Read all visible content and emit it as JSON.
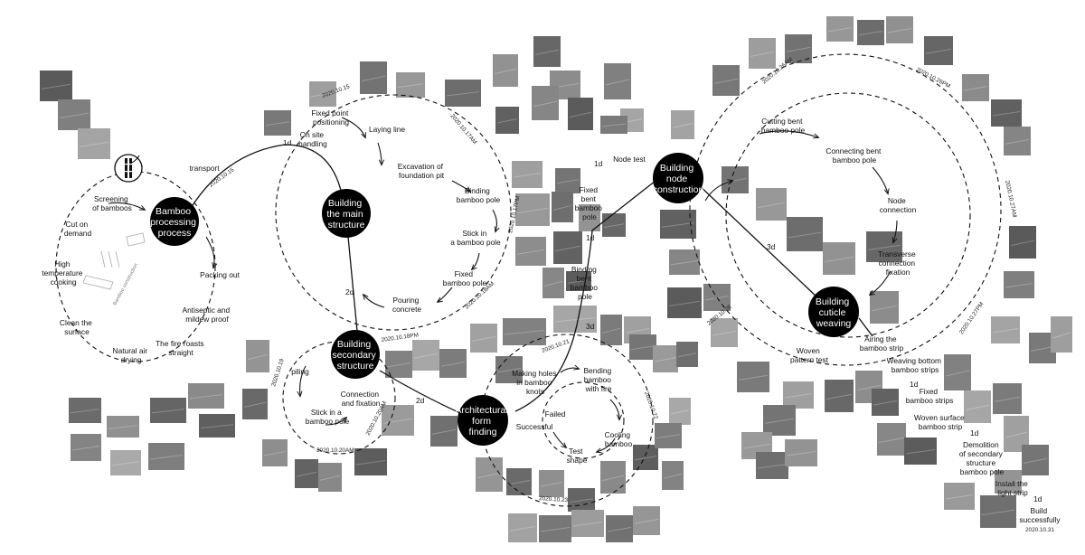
{
  "hubs": {
    "processing": [
      "Bamboo",
      "processing",
      "process"
    ],
    "main": [
      "Building",
      "the main",
      "structure"
    ],
    "secondary": [
      "Building",
      "secondary",
      "structure"
    ],
    "form": [
      "Architectural",
      "form",
      "finding"
    ],
    "node": [
      "Building",
      "node",
      "construction"
    ],
    "cuticle": [
      "Building",
      "cuticle",
      "weaving"
    ]
  },
  "process_labels": {
    "screening": [
      "Screening",
      "of bamboos"
    ],
    "cut": [
      "Cut on",
      "demand"
    ],
    "high_temp": [
      "High",
      "temperature",
      "cooking"
    ],
    "clean": [
      "Clean the",
      "surface"
    ],
    "natural_air": [
      "Natural air",
      "drying"
    ],
    "fire_roasts": [
      "The fire roasts",
      "straight"
    ],
    "antiseptic": [
      "Antiseptic and",
      "mildew proof"
    ],
    "packing": [
      "Packing out"
    ],
    "transport": [
      "transport"
    ],
    "bamboo_construction": "Bamboo construction"
  },
  "main_labels": {
    "on_site": [
      "On site",
      "handling"
    ],
    "fixed_point": [
      "Fixed point",
      "positioning"
    ],
    "laying_line": [
      "Laying line"
    ],
    "excavation": [
      "Excavation of",
      "foundation pit"
    ],
    "binding_pole": [
      "Binding",
      "bamboo pole"
    ],
    "stick_pole": [
      "Stick in",
      "a bamboo pole"
    ],
    "fixed_pole": [
      "Fixed",
      "bamboo pole"
    ],
    "pouring": [
      "Pouring",
      "concrete"
    ]
  },
  "secondary_labels": {
    "piling": [
      "piling"
    ],
    "stick_pole": [
      "Stick in a",
      "bamboo pole"
    ],
    "connection": [
      "Connection",
      "and fixation"
    ]
  },
  "form_labels": {
    "making_holes": [
      "Making holes",
      "in bamboo",
      "knots"
    ],
    "bending": [
      "Bending",
      "bamboo",
      "with fire"
    ],
    "cooling": [
      "Cooling",
      "bamboo"
    ],
    "test_shape": [
      "Test",
      "shape"
    ],
    "failed": [
      "Failed"
    ],
    "successful": [
      "Successful"
    ],
    "binding_bent": [
      "Binding",
      "bent",
      "bamboo",
      "pole"
    ],
    "fixed_bent": [
      "Fixed",
      "bent",
      "bamboo",
      "pole"
    ],
    "node_test": [
      "Node test"
    ]
  },
  "node_labels": {
    "cutting": [
      "Cutting bent",
      "bamboo pole"
    ],
    "connecting": [
      "Connecting bent",
      "bamboo pole"
    ],
    "node_connection": [
      "Node",
      "connection"
    ],
    "transverse": [
      "Transverse",
      "connection",
      "fixation"
    ]
  },
  "cuticle_labels": {
    "airing": [
      "Airing the",
      "bamboo strip"
    ],
    "woven_pattern": [
      "Woven",
      "pattern test"
    ],
    "weaving_bottom": [
      "Weaving bottom",
      "bamboo strips"
    ],
    "fixed_strips": [
      "Fixed",
      "bamboo strips"
    ],
    "woven_surface": [
      "Woven surface",
      "bamboo strip"
    ],
    "demolition": [
      "Demolition",
      "of secondary",
      "structure",
      "bamboo pole"
    ],
    "install": [
      "Install the",
      "light strip"
    ],
    "build": [
      "Build",
      "successfully"
    ]
  },
  "durations": {
    "d_on_site": "1d",
    "d_main_secondary": "2d",
    "d_secondary_form": "2d",
    "d_binding_bent": "1d",
    "d_form_bent": "3d",
    "d_node_test": "1d",
    "d_node_cuticle": "3d",
    "d_fixed_strips": "1d",
    "d_demolition": "1d",
    "d_build": "1d"
  },
  "dates": {
    "t_transport": "2020.10.15",
    "t_main_top": "2020.10.15",
    "t_main_17am": "2020.10.17AM",
    "t_main_17pm": "2020.10.17PM",
    "t_main_18am": "2020.10.18AM",
    "t_sec_18pm": "2020.10.18PM",
    "t_sec_19": "2020.10.19",
    "t_sec_20am_a": "2020.10.20AM",
    "t_sec_20am_b": "2020.10.20AM",
    "t_form_21": "2020.10.21",
    "t_form_22": "2020.10.22",
    "t_form_23": "2020.10.23",
    "t_node_26am": "2020.10.26AM",
    "t_node_26pm": "2020.10.26PM",
    "t_node_27am": "2020.10.27AM",
    "t_node_27pm": "2020.10.27PM",
    "t_node_28": "2020.10.28",
    "t_final": "2020.10.31"
  }
}
